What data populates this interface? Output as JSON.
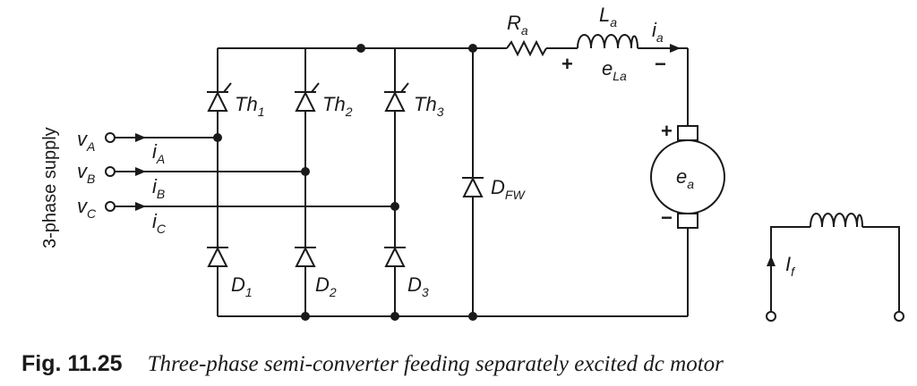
{
  "supply_label": "3-phase supply",
  "voltages": [
    {
      "sym": "v",
      "sub": "A"
    },
    {
      "sym": "v",
      "sub": "B"
    },
    {
      "sym": "v",
      "sub": "C"
    }
  ],
  "currents": [
    {
      "sym": "i",
      "sub": "A"
    },
    {
      "sym": "i",
      "sub": "B"
    },
    {
      "sym": "i",
      "sub": "C"
    }
  ],
  "thyristors": [
    {
      "sym": "Th",
      "sub": "1"
    },
    {
      "sym": "Th",
      "sub": "2"
    },
    {
      "sym": "Th",
      "sub": "3"
    }
  ],
  "diodes": [
    {
      "sym": "D",
      "sub": "1"
    },
    {
      "sym": "D",
      "sub": "2"
    },
    {
      "sym": "D",
      "sub": "3"
    }
  ],
  "freewheel": {
    "sym": "D",
    "sub": "FW"
  },
  "resistor": {
    "sym": "R",
    "sub": "a"
  },
  "inductor": {
    "sym": "L",
    "sub": "a"
  },
  "inductor_emf": {
    "sym": "e",
    "sub": "La"
  },
  "armature_current": {
    "sym": "i",
    "sub": "a"
  },
  "motor_emf": {
    "sym": "e",
    "sub": "a"
  },
  "field_current": {
    "sym": "I",
    "sub": "f"
  },
  "plus": "+",
  "minus": "−",
  "caption": {
    "number": "Fig. 11.25",
    "text": "Three-phase semi-converter feeding separately excited dc motor"
  }
}
